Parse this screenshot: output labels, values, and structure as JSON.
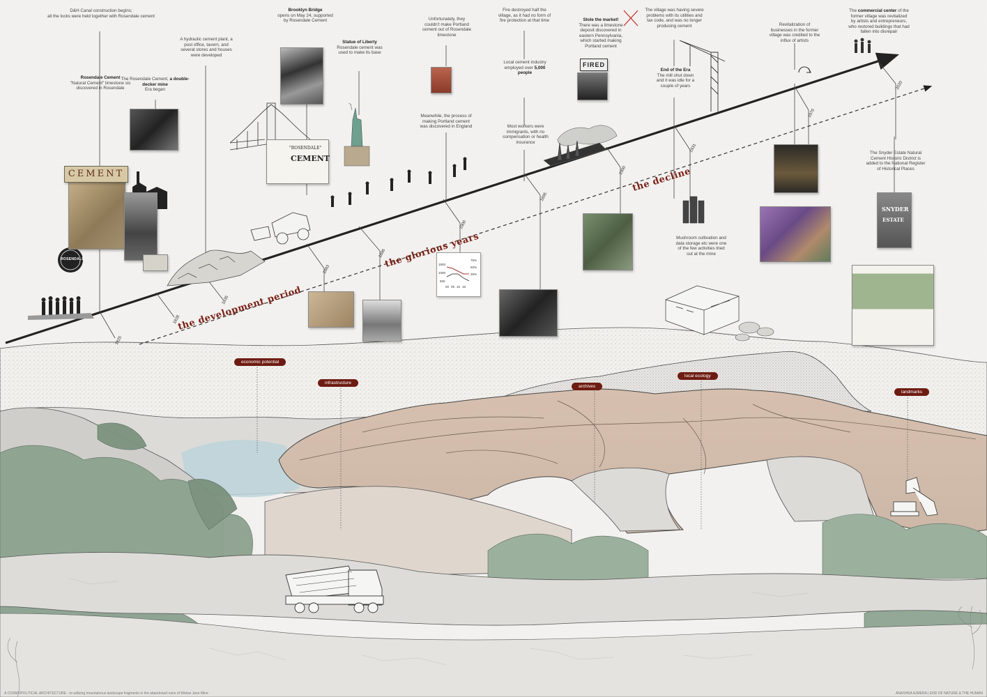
{
  "notes": {
    "n1": {
      "title": "",
      "text": "D&H Canal construction begins;\nall the locks were held together with Rosendale cement"
    },
    "n2": {
      "title": "Rosendale Cement",
      "text": "\"Natural Cement\" limestone sis\ndiscovered in Rosendale"
    },
    "n3": {
      "pre": "The Rosendale Cement,",
      "bold": "a double-decker mine",
      "post": "Era began"
    },
    "n4": {
      "title": "",
      "text": "A hydraulic cement plant, a\npost office, tavern, and\nseveral stores and houses\nwere developed"
    },
    "n5": {
      "title": "Brooklyn Bridge",
      "text": "opens on May 24, supported\nby Rosendale Cement"
    },
    "n6": {
      "title": "Statue of Liberty",
      "text": "Rosendale cement was\nused to make its base"
    },
    "n7": {
      "title": "",
      "text": "Unfortunately, they\ncouldn't make Portland\ncement out of Rosendale\nlimestone"
    },
    "n8": {
      "title": "",
      "text": "Meanwhile, the process of\nmaking Portland cement\nwas discovered in England"
    },
    "n9": {
      "title": "",
      "text": "Fire destroyed half the\nvillage, as it had no form of\nfire protection at that time"
    },
    "n10": {
      "pre": "Local cement industry\nemployed over",
      "bold": "5,000",
      "post": "people"
    },
    "n11": {
      "title": "",
      "text": "Most workers were\nimmigrants, with no\ncompensation or health\ninsurance"
    },
    "n12": {
      "title": "Stole the market!",
      "text": "There was a limestone\ndeposit discovered in\neastern Pennsylvania,\nwhich started making\nPortland cement"
    },
    "n13": {
      "title": "",
      "text": "The village was having severe\nproblems with its utilities and\ntax code, and was no longer\nproducing cement"
    },
    "n14": {
      "title": "End of the Era",
      "text": "The mill shut down\nand it was idle for a\ncouple of years"
    },
    "n15": {
      "title": "",
      "text": "Mushroom cultivation and\ndata storage etc were one\nof the few activities tried\nout at the mine"
    },
    "n16": {
      "title": "",
      "text": "Revitalization of\nbusinesses in the former\nvillage was credited to the\ninflux of artists"
    },
    "n17": {
      "pre": "The",
      "bold": "commercial center",
      "post": "of the\nformer village was revitalized\nby artists and entrepreneurs,\nwho restored buildings that had\nfallen into disrepair"
    },
    "n18": {
      "title": "",
      "text": "The Snyder Estate Natural\nCement Historic District is\nadded to the National Register\nof Historical Places"
    }
  },
  "eras": {
    "development": "the development period",
    "glorious": "the glorious years",
    "decline": "the decline"
  },
  "years": [
    "1825",
    "1828",
    "1835",
    "1883",
    "1886",
    "1900",
    "1895",
    "1900",
    "1931",
    "1970",
    "2020"
  ],
  "tags": {
    "economic": "economic potential",
    "infrastructure": "infrastructure",
    "archives": "archives",
    "ecology": "local ecology",
    "landmarks": "landmarks"
  },
  "small_chart": {
    "y_ticks": [
      "1500",
      "1000",
      "500"
    ],
    "x_ticks": [
      "00",
      "05",
      "10",
      "15"
    ],
    "right_ticks": [
      "75%",
      "50%",
      "25%"
    ]
  },
  "signs": {
    "cement": "CEMENT",
    "rosendale": "ROSENDALE",
    "fired": "FIRED",
    "snyder": "SNYDER",
    "estate": "ESTATE",
    "natural": "\"ROSENDALE\"",
    "cement_ad": "CEMENT"
  },
  "footer": {
    "left": "A COSMOPOLITICAL ARCHITECTURE - re-utilizing mountainous landscape fragments in the abandoned ruins of Widow Jane Mine",
    "right": "ANASHKA AJMERA  |  END OF NATURE & THE HUMAN"
  },
  "colors": {
    "accent": "#6e1c12",
    "era_text": "#7a1f14",
    "rock": "#d9c6b6",
    "forest": "#7f9a84",
    "water": "#b9d3d9"
  }
}
